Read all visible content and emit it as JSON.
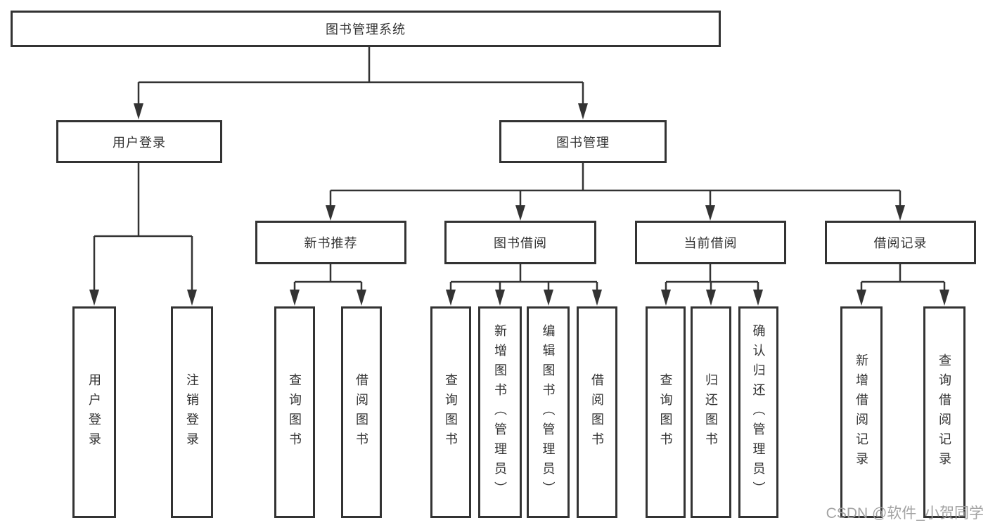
{
  "diagram": {
    "type": "hierarchy-tree",
    "root": "图书管理系统",
    "level2": {
      "user_login": "用户登录",
      "book_management": "图书管理"
    },
    "level3": {
      "new_book_recommend": "新书推荐",
      "book_borrow": "图书借阅",
      "current_borrow": "当前借阅",
      "borrow_records": "借阅记录"
    },
    "leaves": {
      "user_login": "用户登录",
      "logout": "注销登录",
      "query_books_1": "查询图书",
      "borrow_books_1": "借阅图书",
      "query_books_2": "查询图书",
      "add_books_admin": "新增图书（管理员）",
      "edit_books_admin": "编辑图书（管理员）",
      "borrow_books_2": "借阅图书",
      "query_books_3": "查询图书",
      "return_books": "归还图书",
      "confirm_return_admin": "确认归还（管理员）",
      "add_borrow_record": "新增借阅记录",
      "query_borrow_record": "查询借阅记录"
    }
  },
  "watermark": {
    "text": "CSDN @软件_小贺同学",
    "color": "#9e9e9e"
  },
  "colors": {
    "line": "#333333",
    "text": "#333333",
    "box_background": "#ffffff",
    "page_background": "#ffffff"
  }
}
